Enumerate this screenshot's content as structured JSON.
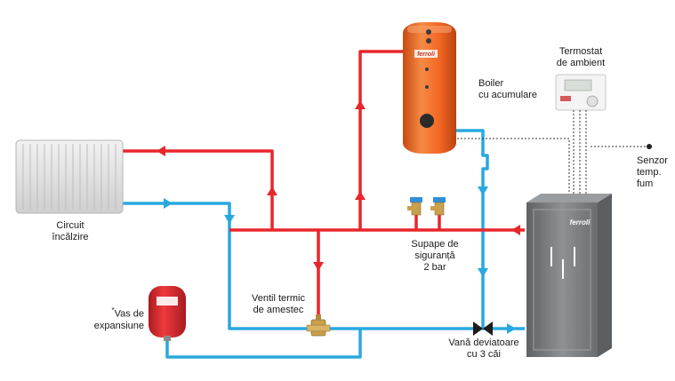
{
  "labels": {
    "circuit_line1": "Circuit",
    "circuit_line2": "încălzire",
    "boiler_line1": "Boiler",
    "boiler_line2": "cu acumulare",
    "thermostat_line1": "Termostat",
    "thermostat_line2": "de ambient",
    "sensor_line1": "Senzor",
    "sensor_line2": "temp.",
    "sensor_line3": "fum",
    "valves_line1": "Supape de",
    "valves_line2": "siguranță",
    "valves_line3": "2 bar",
    "mixing_line1": "Ventil termic",
    "mixing_line2": "de amestec",
    "expansion_star": "*",
    "expansion_line1": "Vas de",
    "expansion_line2": "expansiune",
    "diverter_line1": "Vană deviatoare",
    "diverter_line2": "cu 3 căi"
  },
  "brand_text": "ferroli",
  "colors": {
    "hot_pipe": "#e8262b",
    "cold_pipe": "#29a8e0",
    "boiler_tank": "#f26522",
    "expansion_vessel": "#d9262b",
    "valve_brass": "#c9a04e",
    "valve_blue": "#2f8fd8",
    "furnace": "#7a7d80"
  }
}
